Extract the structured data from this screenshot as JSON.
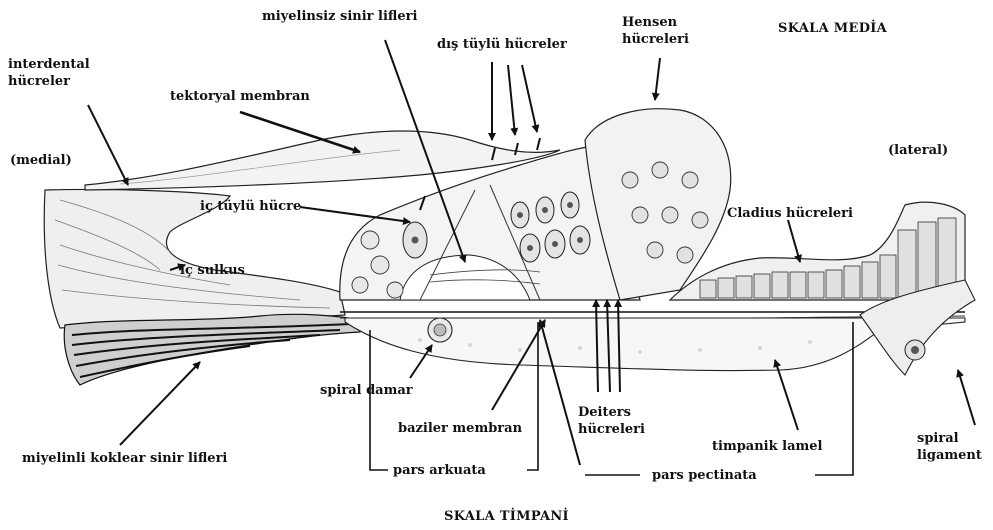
{
  "labels": {
    "skala_media": "SKALA MEDİA",
    "skala_timpani": "SKALA TİMPANİ",
    "miyelinsiz": "miyelinsiz sinir lifleri",
    "dis_tuylu": "dış tüylü hücreler",
    "hensen_1": "Hensen",
    "hensen_2": "hücreleri",
    "interdental_1": "interdental",
    "interdental_2": "hücreler",
    "tektoryal": "tektoryal membran",
    "medial": "(medial)",
    "lateral": "(lateral)",
    "ic_tuylu": "iç tüylü hücre",
    "cladius": "Cladius hücreleri",
    "ic_sulkus": "iç sulkus",
    "spiral_damar": "spiral damar",
    "baziler": "baziler membran",
    "deiters_1": "Deiters",
    "deiters_2": "hücreleri",
    "miyelinli": "miyelinli koklear sinir lifleri",
    "timpanik": "timpanik lamel",
    "spiral_lig_1": "spiral",
    "spiral_lig_2": "ligament",
    "pars_arkuata": "pars arkuata",
    "pars_pectinata": "pars pectinata"
  },
  "colors": {
    "ink": "#1a1a1a",
    "tissue": "#f1f1f1",
    "cell": "#e6e6e6",
    "nucleus": "#555555",
    "background": "#ffffff"
  }
}
